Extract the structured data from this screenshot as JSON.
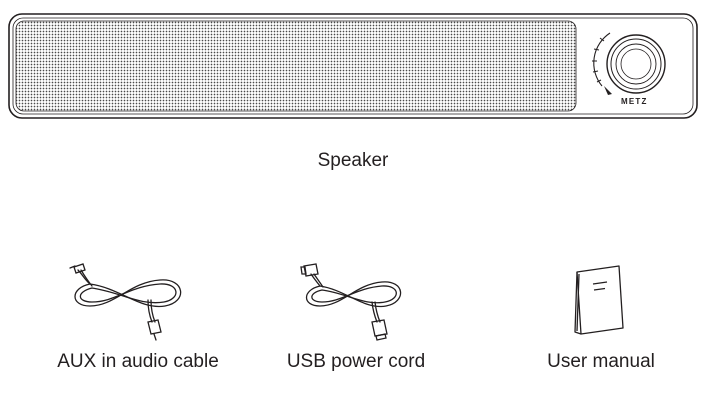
{
  "speaker": {
    "brand": "METZ",
    "label": "Speaker"
  },
  "accessories": [
    {
      "label": "AUX in audio cable",
      "icon": "aux-cable-icon"
    },
    {
      "label": "USB power cord",
      "icon": "usb-cable-icon"
    },
    {
      "label": "User manual",
      "icon": "manual-icon"
    }
  ],
  "colors": {
    "line": "#231f20",
    "grille": "#4a4a4a",
    "background": "#ffffff"
  }
}
